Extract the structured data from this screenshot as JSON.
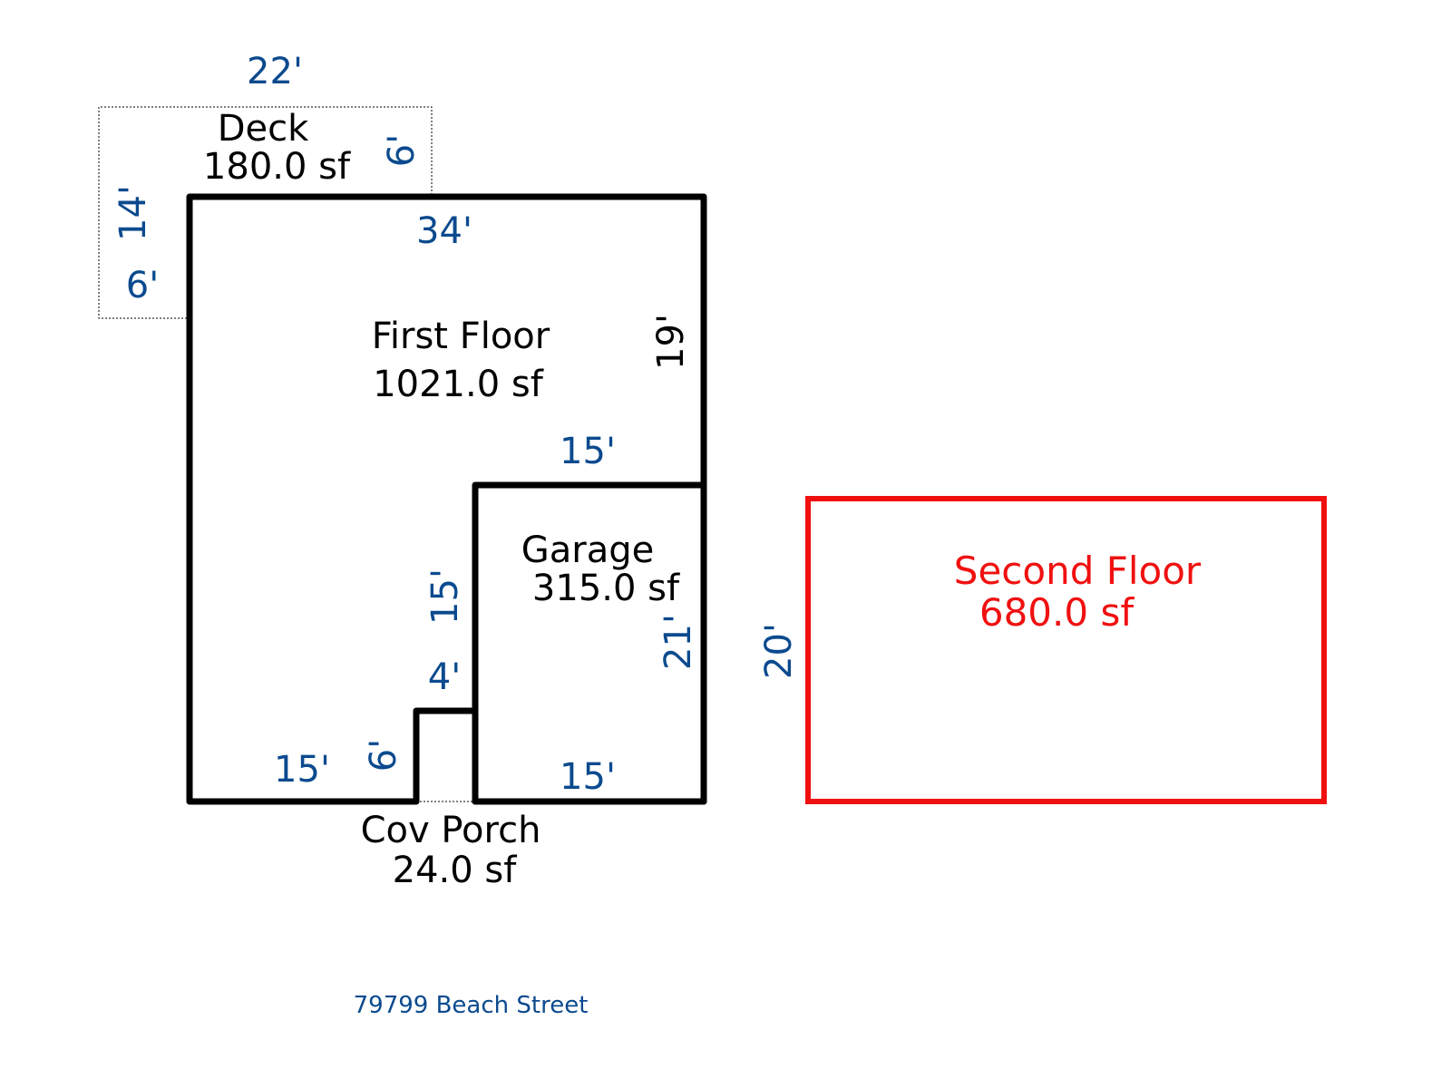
{
  "colors": {
    "wall": "#000000",
    "dimension": "#0b4a8e",
    "second_floor": "#f01010"
  },
  "rooms": {
    "deck": {
      "name": "Deck",
      "area": "180.0 sf"
    },
    "first_floor": {
      "name": "First Floor",
      "area": "1021.0 sf"
    },
    "garage": {
      "name": "Garage",
      "area": "315.0 sf"
    },
    "porch": {
      "name": "Cov Porch",
      "area": "24.0 sf"
    },
    "second_floor": {
      "name": "Second Floor",
      "area": "680.0 sf"
    }
  },
  "dimensions": {
    "deck_top": "22'",
    "deck_right": "6'",
    "deck_left": "14'",
    "deck_bottom_left": "6'",
    "first_top": "34'",
    "first_right": "19'",
    "garage_top": "15'",
    "garage_left": "15'",
    "notch_top": "4'",
    "notch_left": "6'",
    "first_bottom": "15'",
    "garage_bottom": "15'",
    "garage_right": "21'",
    "second_left": "20'"
  },
  "address": "79799 Beach Street"
}
